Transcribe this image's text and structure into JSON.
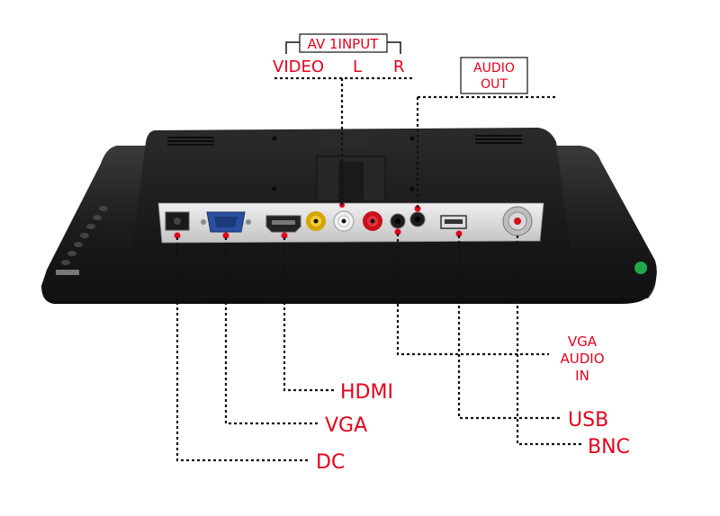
{
  "labels": {
    "av_input": "AV 1INPUT",
    "video": "VIDEO",
    "left": "L",
    "right": "R",
    "audio_out_line1": "AUDIO",
    "audio_out_line2": "OUT",
    "vga_audio_in_line1": "VGA",
    "vga_audio_in_line2": "AUDIO",
    "vga_audio_in_line3": "IN",
    "hdmi": "HDMI",
    "vga": "VGA",
    "dc": "DC",
    "usb": "USB",
    "bnc": "BNC"
  },
  "colors": {
    "label_red": "#e3001b",
    "monitor_body": "#1f1f21",
    "port_panel": "#d9d9d9",
    "marker_red": "#e3001b"
  }
}
